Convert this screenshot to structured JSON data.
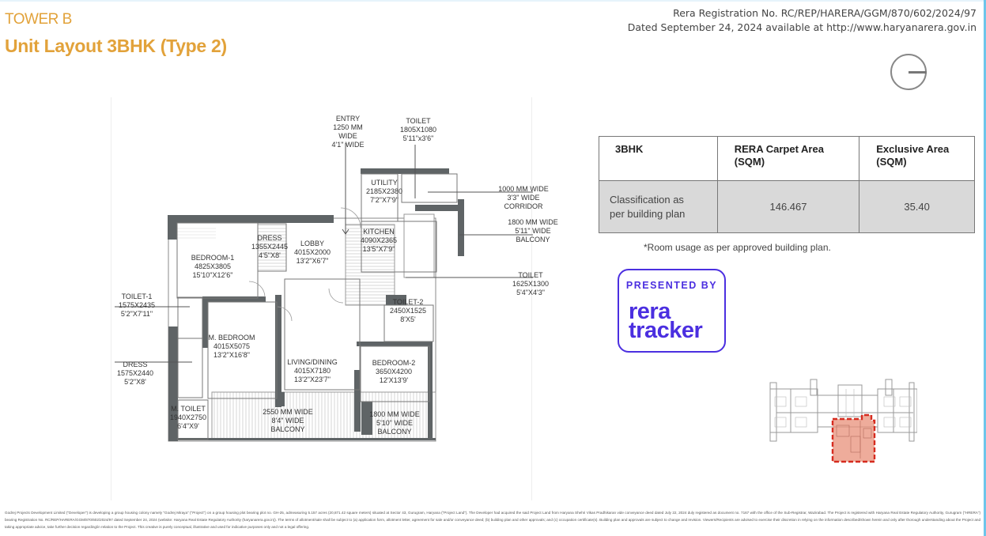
{
  "header": {
    "tower": "TOWER B",
    "title": "Unit Layout 3BHK (Type 2)",
    "rera_line1": "Rera Registration No. RC/REP/HARERA/GGM/870/602/2024/97",
    "rera_line2": "Dated September 24, 2024 available at http://www.haryanarera.gov.in"
  },
  "compass_icon": "north-compass-icon",
  "floor_plan": {
    "rooms": [
      {
        "id": "entry",
        "lines": [
          "ENTRY",
          "1250 MM",
          "WIDE",
          "4'1\" WIDE"
        ]
      },
      {
        "id": "toilet-top",
        "lines": [
          "TOILET",
          "1805X1080",
          "5'11\"x3'6\""
        ]
      },
      {
        "id": "utility",
        "lines": [
          "UTILITY",
          "2185X2380",
          "7'2\"X7'9\""
        ]
      },
      {
        "id": "corridor",
        "lines": [
          "1000 MM WIDE",
          "3'3\" WIDE",
          "CORRIDOR"
        ]
      },
      {
        "id": "balcony-kitchen",
        "lines": [
          "1800 MM WIDE",
          "5'11\" WIDE",
          "BALCONY"
        ]
      },
      {
        "id": "kitchen",
        "lines": [
          "KITCHEN",
          "4090X2365",
          "13'5\"X7'9\""
        ]
      },
      {
        "id": "toilet-right",
        "lines": [
          "TOILET",
          "1625X1300",
          "5'4\"X4'3\""
        ]
      },
      {
        "id": "bedroom-1",
        "lines": [
          "BEDROOM-1",
          "4825X3805",
          "15'10\"X12'6\""
        ]
      },
      {
        "id": "dress-top",
        "lines": [
          "DRESS",
          "1355X2445",
          "4'5\"X8'"
        ]
      },
      {
        "id": "lobby",
        "lines": [
          "LOBBY",
          "4015X2000",
          "13'2\"X6'7\""
        ]
      },
      {
        "id": "toilet-1",
        "lines": [
          "TOILET-1",
          "1575X2435",
          "5'2\"X7'11\""
        ]
      },
      {
        "id": "m-bedroom",
        "lines": [
          "M. BEDROOM",
          "4015X5075",
          "13'2\"X16'8\""
        ]
      },
      {
        "id": "dress-left",
        "lines": [
          "DRESS",
          "1575X2440",
          "5'2\"X8'"
        ]
      },
      {
        "id": "living-dining",
        "lines": [
          "LIVING/DINING",
          "4015X7180",
          "13'2\"X23'7\""
        ]
      },
      {
        "id": "toilet-2",
        "lines": [
          "TOILET-2",
          "2450X1525",
          "8'X5'"
        ]
      },
      {
        "id": "bedroom-2",
        "lines": [
          "BEDROOM-2",
          "3650X4200",
          "12'X13'9'"
        ]
      },
      {
        "id": "m-toilet",
        "lines": [
          "M. TOILET",
          "1940X2750",
          "6'4\"X9'"
        ]
      },
      {
        "id": "balcony-main",
        "lines": [
          "2550 MM WIDE",
          "8'4\" WIDE",
          "BALCONY"
        ]
      },
      {
        "id": "balcony-bedroom-2",
        "lines": [
          "1800 MM WIDE",
          "5'10\" WIDE",
          "BALCONY"
        ]
      }
    ]
  },
  "area_table": {
    "headers": [
      "3BHK",
      "RERA Carpet Area\n(SQM)",
      "Exclusive Area\n(SQM)"
    ],
    "header_lines": [
      [
        "3BHK"
      ],
      [
        "RERA Carpet Area",
        "(SQM)"
      ],
      [
        "Exclusive Area",
        "(SQM)"
      ]
    ],
    "row": {
      "label_lines": [
        "Classification as",
        "per building plan"
      ],
      "carpet_area": "146.467",
      "exclusive_area": "35.40"
    },
    "note": "*Room usage as per approved building plan."
  },
  "brand": {
    "presented_by": "PRESENTED BY",
    "word1": "rera",
    "word2": "tracker",
    "color": "#4b2fe0"
  },
  "key_plan": {
    "highlight_color": "#e8907a",
    "outline_color": "#d62b1f"
  },
  "colors": {
    "title": "#e2a23a",
    "wall": "#5f6466"
  },
  "disclaimer": "Godrej Projects Development Limited (\"Developer\") is developing a group housing colony namely \"Godrej Miraya\" (\"Project\") on a group housing plot bearing plot no. GH-25, admeasuring 5.157 acres (20,871.42 square meters) situated at Sector 43, Gurugram, Haryana (\"Project Land\"). The Developer had acquired the said Project Land from Haryana Shehri Vikas Pradhikaran vide conveyance deed dated July 22, 2024 duly registered as document no. 7167 with the office of the Sub-Registrar, Wazirabad. The Project is registered with Haryana Real Estate Regulatory Authority, Gurugram (\"HRERA\") bearing Registration No. RC/REP/HARERA/GGM/870/602/2024/97 dated September 24, 2024 (website: Haryana Real Estate Regulatory Authority (haryanarera.gov.in)). The terms of allotment/sale shall be subject to (a) application form, allotment letter, agreement for sale and/or conveyance deed; (b) building plan and other approvals; and (c) occupation certificate(s). Building plan and approvals are subject to change and revision. Viewers/Recipients are advised to exercise their discretion in relying on the information described/shown herein and only after thorough understanding about the Project and taking appropriate advice, take further decision regarding/in relation to the Project. This creative is purely conceptual, illustrative and used for indicative purposes only and not a legal offering."
}
